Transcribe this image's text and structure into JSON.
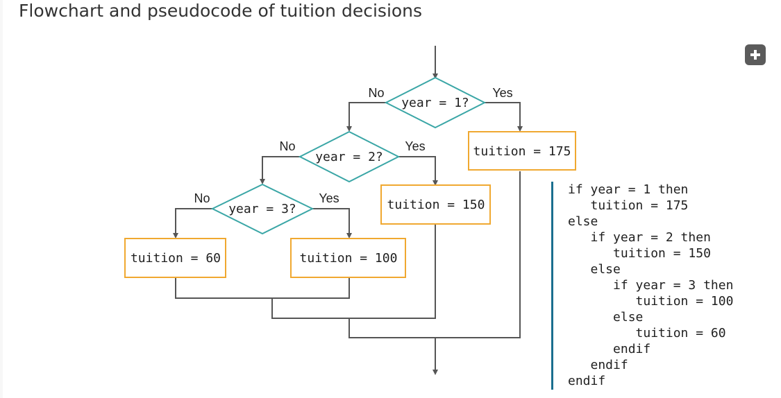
{
  "page": {
    "title": "Flowchart and pseudocode of tuition decisions"
  },
  "expand_button": {
    "icon": "plus-icon"
  },
  "flowchart": {
    "decisions": [
      {
        "id": "d1",
        "text": "year = 1?",
        "yes_label": "Yes",
        "no_label": "No"
      },
      {
        "id": "d2",
        "text": "year = 2?",
        "yes_label": "Yes",
        "no_label": "No"
      },
      {
        "id": "d3",
        "text": "year = 3?",
        "yes_label": "Yes",
        "no_label": "No"
      }
    ],
    "process_boxes": [
      {
        "id": "p175",
        "text": "tuition = 175"
      },
      {
        "id": "p150",
        "text": "tuition = 150"
      },
      {
        "id": "p100",
        "text": "tuition = 100"
      },
      {
        "id": "p60",
        "text": "tuition = 60"
      }
    ],
    "colors": {
      "decision_stroke": "#3aa6a6",
      "process_stroke": "#f0a830",
      "line": "#555555"
    }
  },
  "pseudocode": {
    "lines": [
      "if year = 1 then",
      "   tuition = 175",
      "else",
      "   if year = 2 then",
      "      tuition = 150",
      "   else",
      "      if year = 3 then",
      "         tuition = 100",
      "      else",
      "         tuition = 60",
      "      endif",
      "   endif",
      "endif"
    ],
    "bar_color": "#1a6f8f"
  }
}
